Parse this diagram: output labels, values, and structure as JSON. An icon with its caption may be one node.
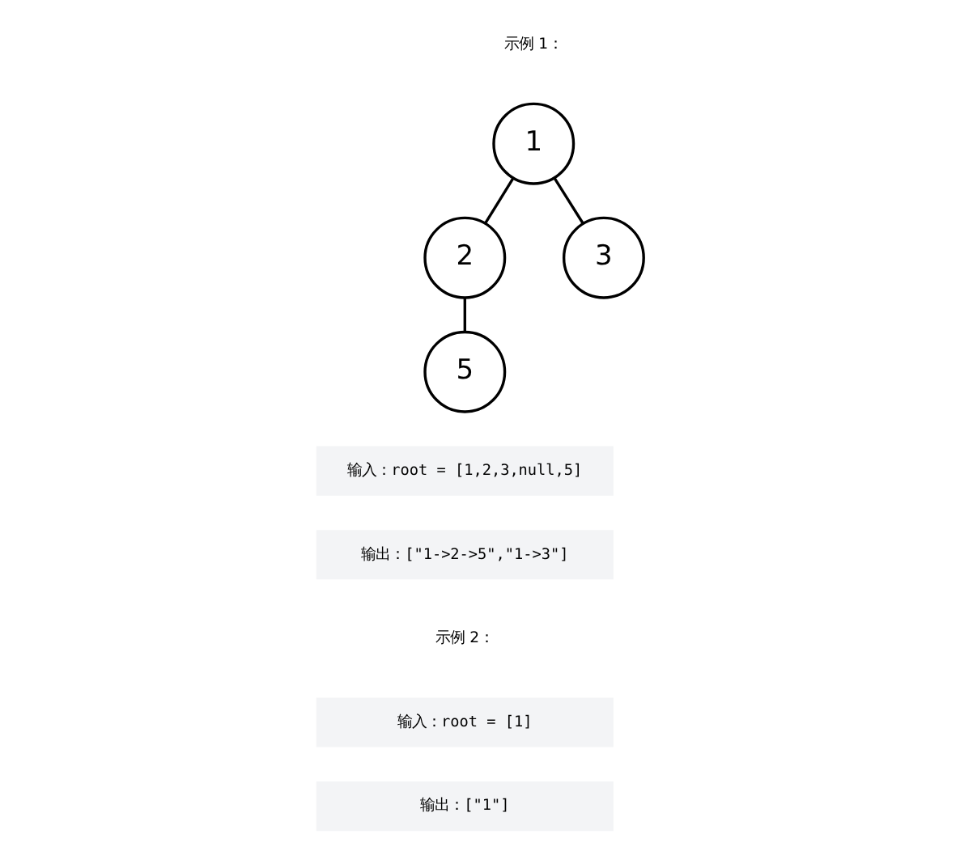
{
  "diagram": {
    "nodes": [
      {
        "text": [
          "1"
        ]
      },
      {
        "text": [
          "2"
        ]
      },
      {
        "text": [
          "3"
        ]
      },
      {
        "text": [
          "5"
        ]
      }
    ],
    "edges": [
      {
        "from": 0,
        "to": 1,
        "arrow": "none"
      },
      {
        "from": 0,
        "to": 2,
        "arrow": "none"
      },
      {
        "from": 1,
        "to": 3,
        "arrow": "none"
      }
    ],
    "labels": [
      "示例 1：",
      "输入：root = [1,2,3,null,5]",
      "输出：[\"1->2->5\",\"1->3\"]",
      "示例 2：",
      "输入：root = [1]",
      "输出：[\"1\"]"
    ]
  }
}
